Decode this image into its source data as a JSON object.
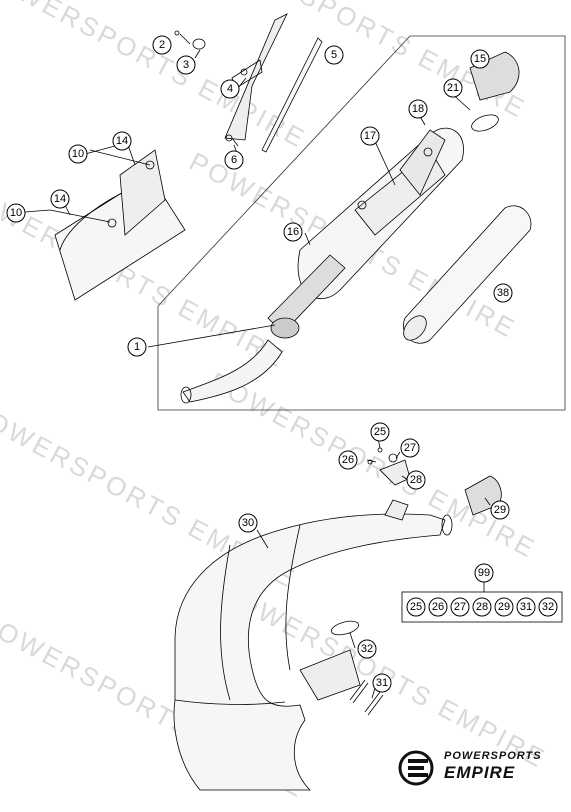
{
  "callouts": [
    {
      "id": "c1",
      "label": "1"
    },
    {
      "id": "c2",
      "label": "2"
    },
    {
      "id": "c3",
      "label": "3"
    },
    {
      "id": "c4",
      "label": "4"
    },
    {
      "id": "c5",
      "label": "5"
    },
    {
      "id": "c6",
      "label": "6"
    },
    {
      "id": "c10a",
      "label": "10"
    },
    {
      "id": "c10b",
      "label": "10"
    },
    {
      "id": "c14a",
      "label": "14"
    },
    {
      "id": "c14b",
      "label": "14"
    },
    {
      "id": "c15",
      "label": "15"
    },
    {
      "id": "c16",
      "label": "16"
    },
    {
      "id": "c17",
      "label": "17"
    },
    {
      "id": "c18",
      "label": "18"
    },
    {
      "id": "c21",
      "label": "21"
    },
    {
      "id": "c38",
      "label": "38"
    },
    {
      "id": "c25",
      "label": "25"
    },
    {
      "id": "c26",
      "label": "26"
    },
    {
      "id": "c27",
      "label": "27"
    },
    {
      "id": "c28",
      "label": "28"
    },
    {
      "id": "c29",
      "label": "29"
    },
    {
      "id": "c30",
      "label": "30"
    },
    {
      "id": "c31",
      "label": "31"
    },
    {
      "id": "c32",
      "label": "32"
    },
    {
      "id": "c99",
      "label": "99"
    }
  ],
  "kit_box": [
    "25",
    "26",
    "27",
    "28",
    "29",
    "31",
    "32"
  ],
  "watermark_text": "POWERSPORTS EMPIRE",
  "logo": {
    "line1": "POWERSPORTS",
    "line2": "EMPIRE"
  }
}
